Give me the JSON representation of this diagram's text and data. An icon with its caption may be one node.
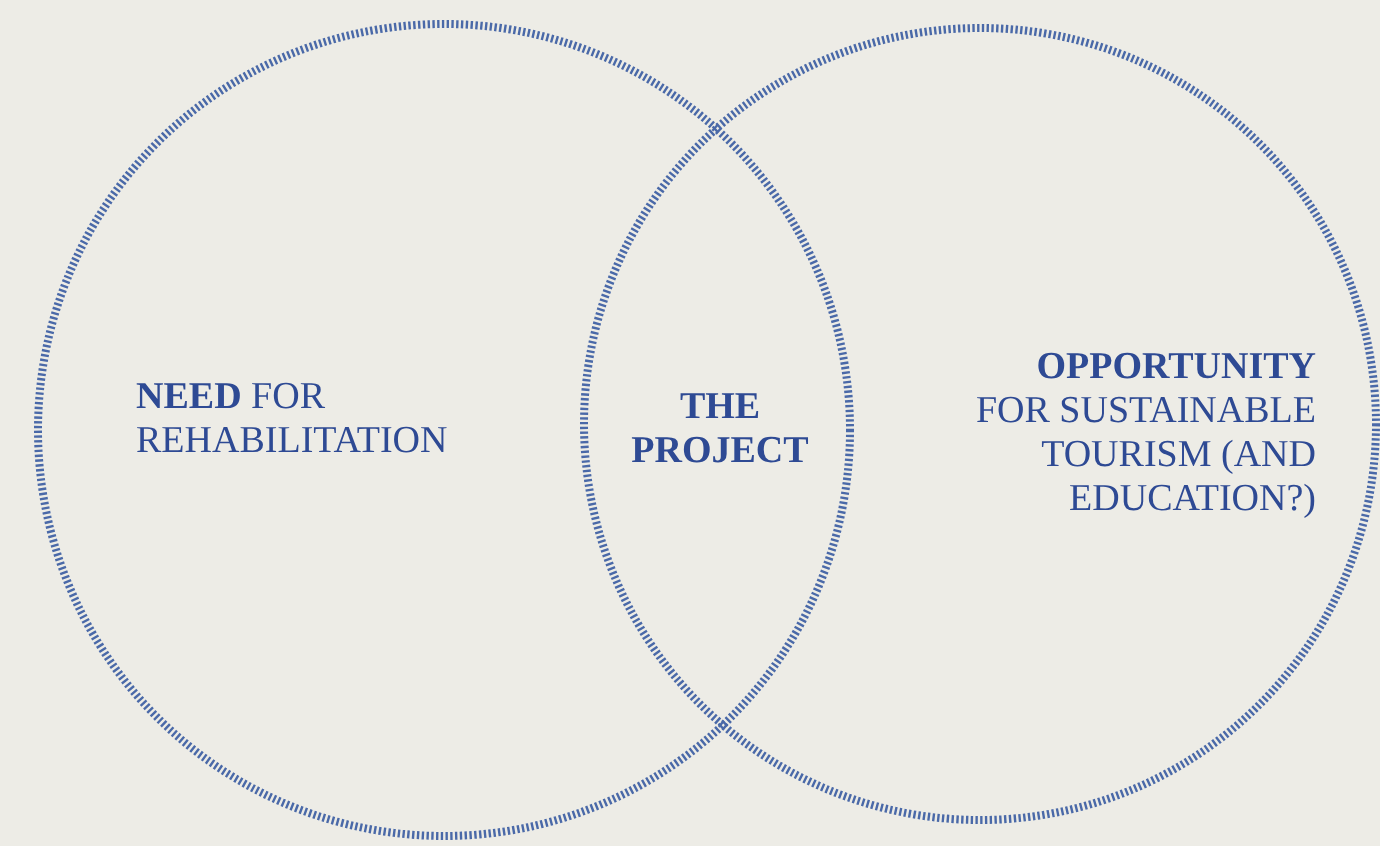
{
  "diagram": {
    "nodes": [
      {
        "text": [
          "**NEED** FOR REHABILITATION"
        ]
      },
      {
        "text": [
          "THE PROJECT"
        ]
      },
      {
        "text": [
          "OPPORTUNITY",
          "FOR SUSTAINABLE TOURISM (AND EDUCATION?)"
        ]
      }
    ]
  }
}
